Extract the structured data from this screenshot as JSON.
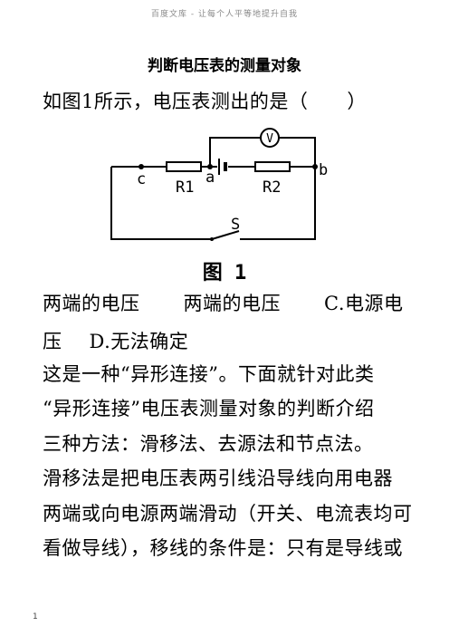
{
  "header": {
    "watermark": "百度文库 - 让每个人平等地提升自我"
  },
  "doc": {
    "title": "判断电压表的测量对象",
    "question": "如图1所示，电压表测出的是（　　）",
    "figure": {
      "caption": "图 1",
      "labels": {
        "c": "c",
        "a": "a",
        "b": "b",
        "r1": "R1",
        "r2": "R2",
        "switch": "S",
        "voltmeter": "V"
      }
    },
    "options": {
      "a": "两端的电压",
      "b": "两端的电压",
      "c_line1": "C.电源电",
      "c_line2": "压",
      "d": "D.无法确定"
    },
    "paragraph1": [
      "这是一种“异形连接”。下面就针对此类",
      "“异形连接”电压表测量对象的判断介绍",
      "三种方法：滑移法、去源法和节点法。"
    ],
    "paragraph2": [
      "滑移法是把电压表两引线沿导线向用电器",
      "两端或向电源两端滑动（开关、电流表均可",
      "看做导线），移线的条件是：只有是导线或"
    ]
  },
  "footer": {
    "page_number": "1"
  }
}
